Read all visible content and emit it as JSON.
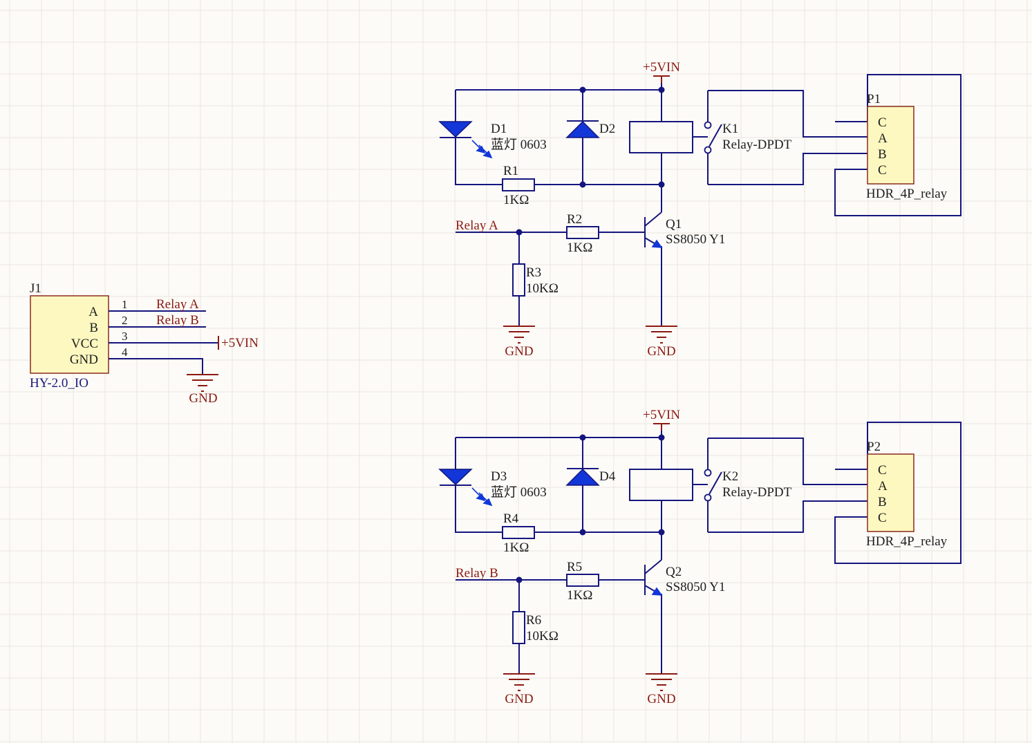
{
  "j1": {
    "designator": "J1",
    "pin_names": [
      "A",
      "B",
      "VCC",
      "GND"
    ],
    "pin_numbers": [
      "1",
      "2",
      "3",
      "4"
    ],
    "comment": "HY-2.0_IO",
    "nets": [
      "Relay  A",
      "Relay  B"
    ],
    "power": "+5VIN",
    "gnd": "GND"
  },
  "channels": [
    {
      "power": "+5VIN",
      "led": {
        "designator": "D1",
        "value": "蓝灯 0603"
      },
      "flyback": "D2",
      "r_led": {
        "designator": "R1",
        "value": "1KΩ"
      },
      "input_net": "Relay  A",
      "r_base": {
        "designator": "R2",
        "value": "1KΩ"
      },
      "r_pull": {
        "designator": "R3",
        "value": "10KΩ"
      },
      "transistor": {
        "designator": "Q1",
        "value": "SS8050 Y1"
      },
      "relay": {
        "designator": "K1",
        "value": "Relay-DPDT"
      },
      "header": {
        "designator": "P1",
        "pins": [
          "C",
          "A",
          "B",
          "C"
        ],
        "comment": "HDR_4P_relay"
      },
      "gnd_left": "GND",
      "gnd_right": "GND"
    },
    {
      "power": "+5VIN",
      "led": {
        "designator": "D3",
        "value": "蓝灯 0603"
      },
      "flyback": "D4",
      "r_led": {
        "designator": "R4",
        "value": "1KΩ"
      },
      "input_net": "Relay  B",
      "r_base": {
        "designator": "R5",
        "value": "1KΩ"
      },
      "r_pull": {
        "designator": "R6",
        "value": "10KΩ"
      },
      "transistor": {
        "designator": "Q2",
        "value": "SS8050 Y1"
      },
      "relay": {
        "designator": "K2",
        "value": "Relay-DPDT"
      },
      "header": {
        "designator": "P2",
        "pins": [
          "C",
          "A",
          "B",
          "C"
        ],
        "comment": "HDR_4P_relay"
      },
      "gnd_left": "GND",
      "gnd_right": "GND"
    }
  ],
  "colors": {
    "background": "#fcfbf8",
    "grid": "#ebe6df",
    "wire": "#15157e",
    "part_body_fill": "#fcf8c0",
    "part_body_outline": "#8b2a1c",
    "net_label": "#8b1a10",
    "diode_fill": "#1236d8"
  }
}
